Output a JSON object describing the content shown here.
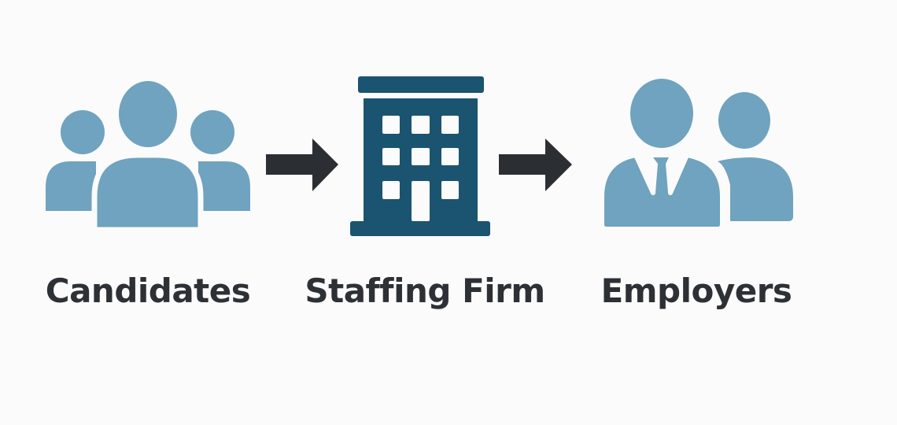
{
  "colors": {
    "person": "#6fa3bf",
    "building": "#1b5470",
    "arrow": "#2b2f33",
    "text": "#2d3135"
  },
  "nodes": [
    {
      "label": "Candidates",
      "icon": "group-of-people-icon"
    },
    {
      "label": "Staffing Firm",
      "icon": "office-building-icon"
    },
    {
      "label": "Employers",
      "icon": "businessman-with-person-icon"
    }
  ],
  "edges": [
    {
      "from": "Candidates",
      "to": "Staffing Firm"
    },
    {
      "from": "Staffing Firm",
      "to": "Employers"
    }
  ]
}
